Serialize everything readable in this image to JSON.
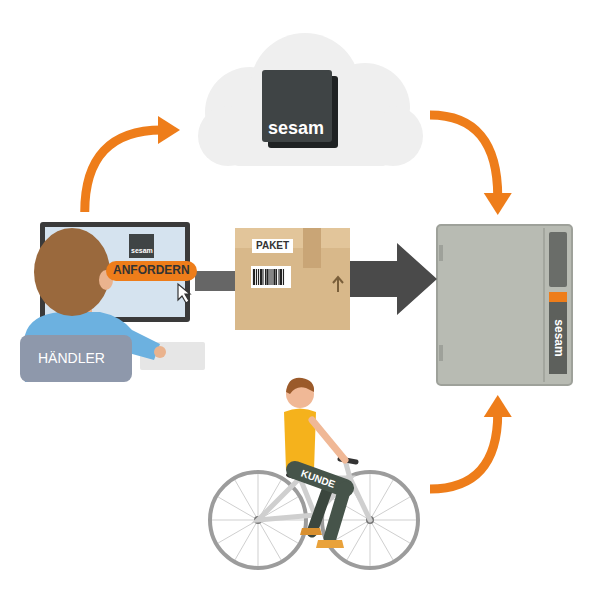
{
  "diagram": {
    "nodes": [
      {
        "text": [
          "sesam"
        ]
      },
      {
        "text": [
          "sesam",
          "ANFORDERN",
          "HÄNDLER"
        ]
      },
      {
        "text": [
          "PAKET"
        ]
      },
      {
        "text": [
          "sesam"
        ]
      },
      {
        "text": [
          "KUNDE"
        ]
      }
    ],
    "edges": [
      {
        "from": 1,
        "to": 0,
        "arrow": "to"
      },
      {
        "from": 0,
        "to": 3,
        "arrow": "to"
      },
      {
        "from": 1,
        "to": 2,
        "arrow": "none"
      },
      {
        "from": 2,
        "to": 3,
        "arrow": "to"
      },
      {
        "from": 4,
        "to": 3,
        "arrow": "to"
      }
    ]
  }
}
